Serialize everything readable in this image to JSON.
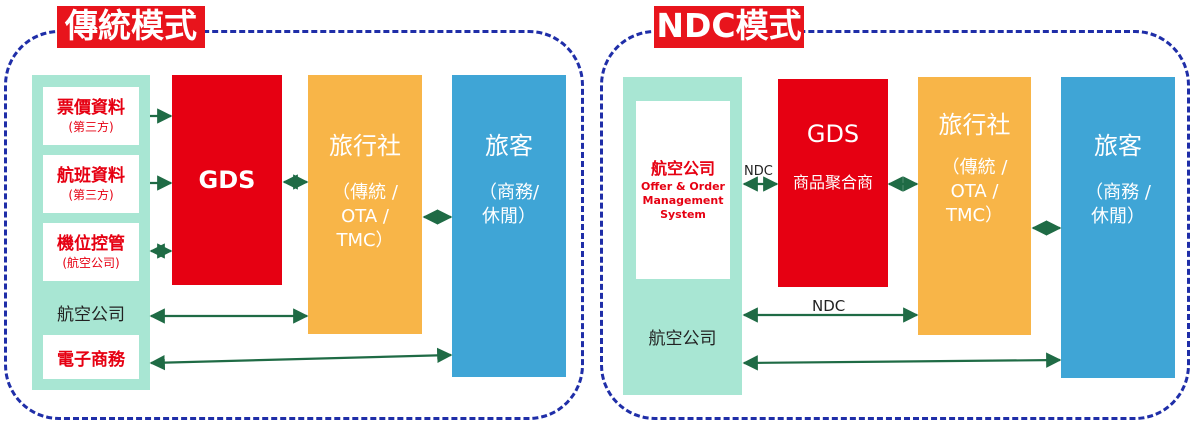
{
  "colors": {
    "frame": "#1f2ea8",
    "title_bg": "#e8141c",
    "gds": "#e60012",
    "agency": "#f8b548",
    "traveler": "#3fa5d6",
    "airline": "#a8e6d3",
    "arrow": "#1f6b45"
  },
  "traditional": {
    "title": "傳統模式",
    "sources": [
      {
        "main": "票價資料",
        "sub": "(第三方)"
      },
      {
        "main": "航班資料",
        "sub": "(第三方)"
      },
      {
        "main": "機位控管",
        "sub": "(航空公司)"
      }
    ],
    "airline_label": "航空公司",
    "ecommerce_label": "電子商務",
    "gds": {
      "title": "GDS"
    },
    "agency": {
      "title": "旅行社",
      "line1": "（傳統 /",
      "line2": "OTA /",
      "line3": "TMC）"
    },
    "traveler": {
      "title": "旅客",
      "line1": "（商務/",
      "line2": "休閒）"
    }
  },
  "ndc": {
    "title": "NDC模式",
    "airline_box": {
      "main": "航空公司",
      "line1": "Offer & Order",
      "line2": "Management",
      "line3": "System"
    },
    "airline_label": "航空公司",
    "gds": {
      "title": "GDS",
      "sub": "商品聚合商"
    },
    "agency": {
      "title": "旅行社",
      "line1": "（傳統 /",
      "line2": "OTA /",
      "line3": "TMC）"
    },
    "traveler": {
      "title": "旅客",
      "line1": "（商務 /",
      "line2": "休閒）"
    },
    "arrow_label_top": "NDC",
    "arrow_label_bottom": "NDC"
  }
}
